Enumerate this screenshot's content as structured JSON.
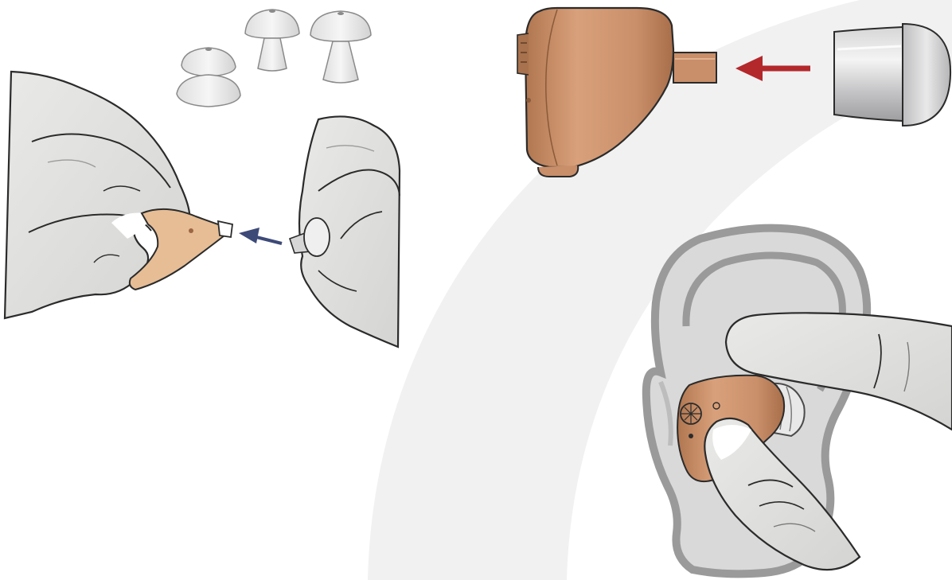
{
  "figure": {
    "kind": "hearing-aid-dome-fitting-instructions",
    "has_text": false,
    "colors": {
      "background": "#ffffff",
      "arc_band": "#f1f1f2",
      "glove": "#e4e4e2",
      "glove_shadow": "#cfcfcd",
      "outline": "#2b2b2b",
      "device_skin": "#c98f6a",
      "device_skin_light": "#e2b28f",
      "device_skin_dark": "#9c6645",
      "dome_light": "#f0f0f0",
      "dome_mid": "#cfcfd0",
      "dome_dark": "#a9a9ab",
      "arrow_blue": "#3d4a78",
      "arrow_red": "#b3282b",
      "ear_fill": "#d9d9d9",
      "ear_outline": "#9a9a9a"
    },
    "panels": [
      {
        "name": "step-attach-dome-gloved-hands",
        "icons": [
          "dome-size-small-icon",
          "dome-size-medium-icon",
          "dome-size-large-icon",
          "gloved-hand-holding-device-icon",
          "gloved-hand-holding-dome-icon",
          "blue-arrow-icon"
        ]
      },
      {
        "name": "step-dome-onto-nozzle-closeup",
        "icons": [
          "hearing-aid-shell-icon",
          "nozzle-icon",
          "red-arrow-icon",
          "dome-side-view-icon"
        ]
      },
      {
        "name": "step-insert-into-ear",
        "icons": [
          "ear-outline-icon",
          "hearing-aid-in-ear-icon",
          "index-finger-icon",
          "thumb-icon"
        ]
      }
    ]
  }
}
